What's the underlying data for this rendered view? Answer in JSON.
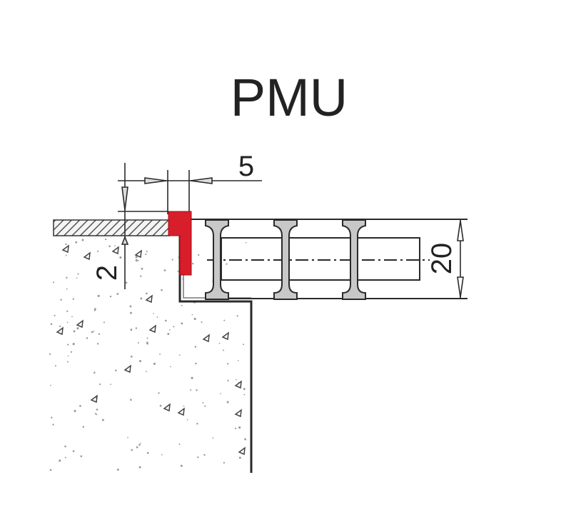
{
  "title": "PMU",
  "dimensions": {
    "gap_width": "5",
    "depth": "2",
    "profile_height": "20"
  },
  "colors": {
    "line": "#2a2a2a",
    "seal": "#d81e2a",
    "profile_fill": "#c8c8c8",
    "hatch": "#555555"
  }
}
